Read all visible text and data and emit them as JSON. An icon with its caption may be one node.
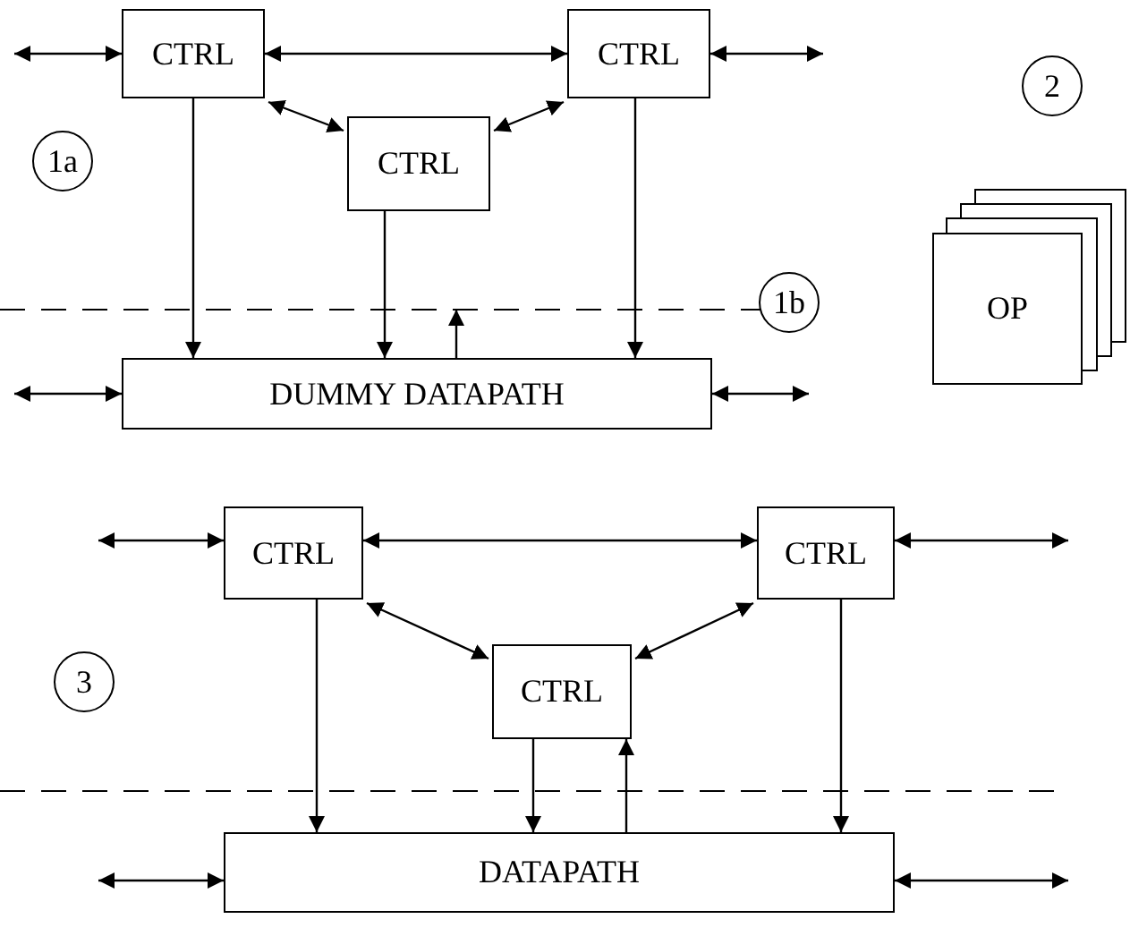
{
  "diagram": {
    "nodes": [
      {
        "text": [
          "CTRL"
        ]
      },
      {
        "text": [
          "CTRL"
        ]
      },
      {
        "text": [
          "CTRL"
        ]
      },
      {
        "text": [
          "1a"
        ]
      },
      {
        "text": [
          "DUMMY DATAPATH"
        ]
      },
      {
        "text": [
          "1b"
        ]
      },
      {
        "text": [
          "2"
        ]
      },
      {
        "text": [
          "OP"
        ]
      },
      {
        "text": [
          "CTRL"
        ]
      },
      {
        "text": [
          "CTRL"
        ]
      },
      {
        "text": [
          "CTRL"
        ]
      },
      {
        "text": [
          "3"
        ]
      },
      {
        "text": [
          "DATAPATH"
        ]
      }
    ],
    "edges": [
      {
        "from": null,
        "to": 0,
        "arrow": "both"
      },
      {
        "from": 0,
        "to": 1,
        "arrow": "both"
      },
      {
        "from": 1,
        "to": null,
        "arrow": "both"
      },
      {
        "from": 0,
        "to": 2,
        "arrow": "both"
      },
      {
        "from": 1,
        "to": 2,
        "arrow": "both"
      },
      {
        "from": 0,
        "to": 4,
        "arrow": "to"
      },
      {
        "from": 2,
        "to": 4,
        "arrow": "to"
      },
      {
        "from": 4,
        "to": null,
        "arrow": "to"
      },
      {
        "from": 1,
        "to": 4,
        "arrow": "to"
      },
      {
        "from": null,
        "to": 4,
        "arrow": "both"
      },
      {
        "from": 4,
        "to": null,
        "arrow": "both"
      },
      {
        "from": null,
        "to": 8,
        "arrow": "both"
      },
      {
        "from": 8,
        "to": 9,
        "arrow": "both"
      },
      {
        "from": 9,
        "to": null,
        "arrow": "both"
      },
      {
        "from": 8,
        "to": 10,
        "arrow": "both"
      },
      {
        "from": 9,
        "to": 10,
        "arrow": "both"
      },
      {
        "from": 8,
        "to": 12,
        "arrow": "to"
      },
      {
        "from": 10,
        "to": 12,
        "arrow": "to"
      },
      {
        "from": 12,
        "to": 10,
        "arrow": "to"
      },
      {
        "from": 9,
        "to": 12,
        "arrow": "to"
      },
      {
        "from": null,
        "to": 12,
        "arrow": "both"
      },
      {
        "from": 12,
        "to": null,
        "arrow": "both"
      }
    ]
  }
}
